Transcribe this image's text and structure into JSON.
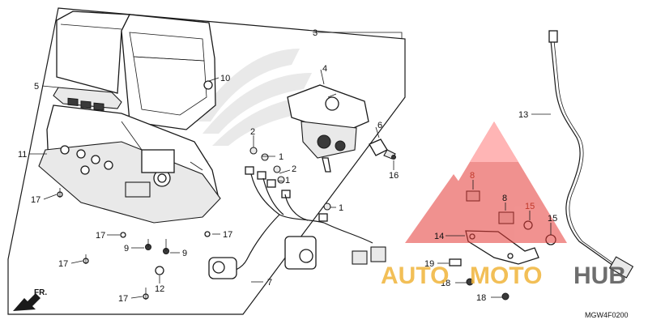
{
  "diagram": {
    "code": "MGW4F0200",
    "direction_label": "FR.",
    "callouts": {
      "c1a": "1",
      "c1b": "1",
      "c1c": "1",
      "c2a": "2",
      "c2b": "2",
      "c3": "3",
      "c4": "4",
      "c5": "5",
      "c6": "6",
      "c7": "7",
      "c8a": "8",
      "c8b": "8",
      "c9a": "9",
      "c9b": "9",
      "c10": "10",
      "c11": "11",
      "c12": "12",
      "c13": "13",
      "c14": "14",
      "c15a": "15",
      "c15b": "15",
      "c16": "16",
      "c17a": "17",
      "c17b": "17",
      "c17c": "17",
      "c17d": "17",
      "c17e": "17",
      "c18a": "18",
      "c18b": "18",
      "c19": "19"
    }
  },
  "watermark": {
    "auto": "AUTO",
    "moto": "MOTO",
    "hub": "HUB",
    "colors": {
      "orange": "#f0b43a",
      "gray": "#555555",
      "red": "#e53935"
    }
  }
}
